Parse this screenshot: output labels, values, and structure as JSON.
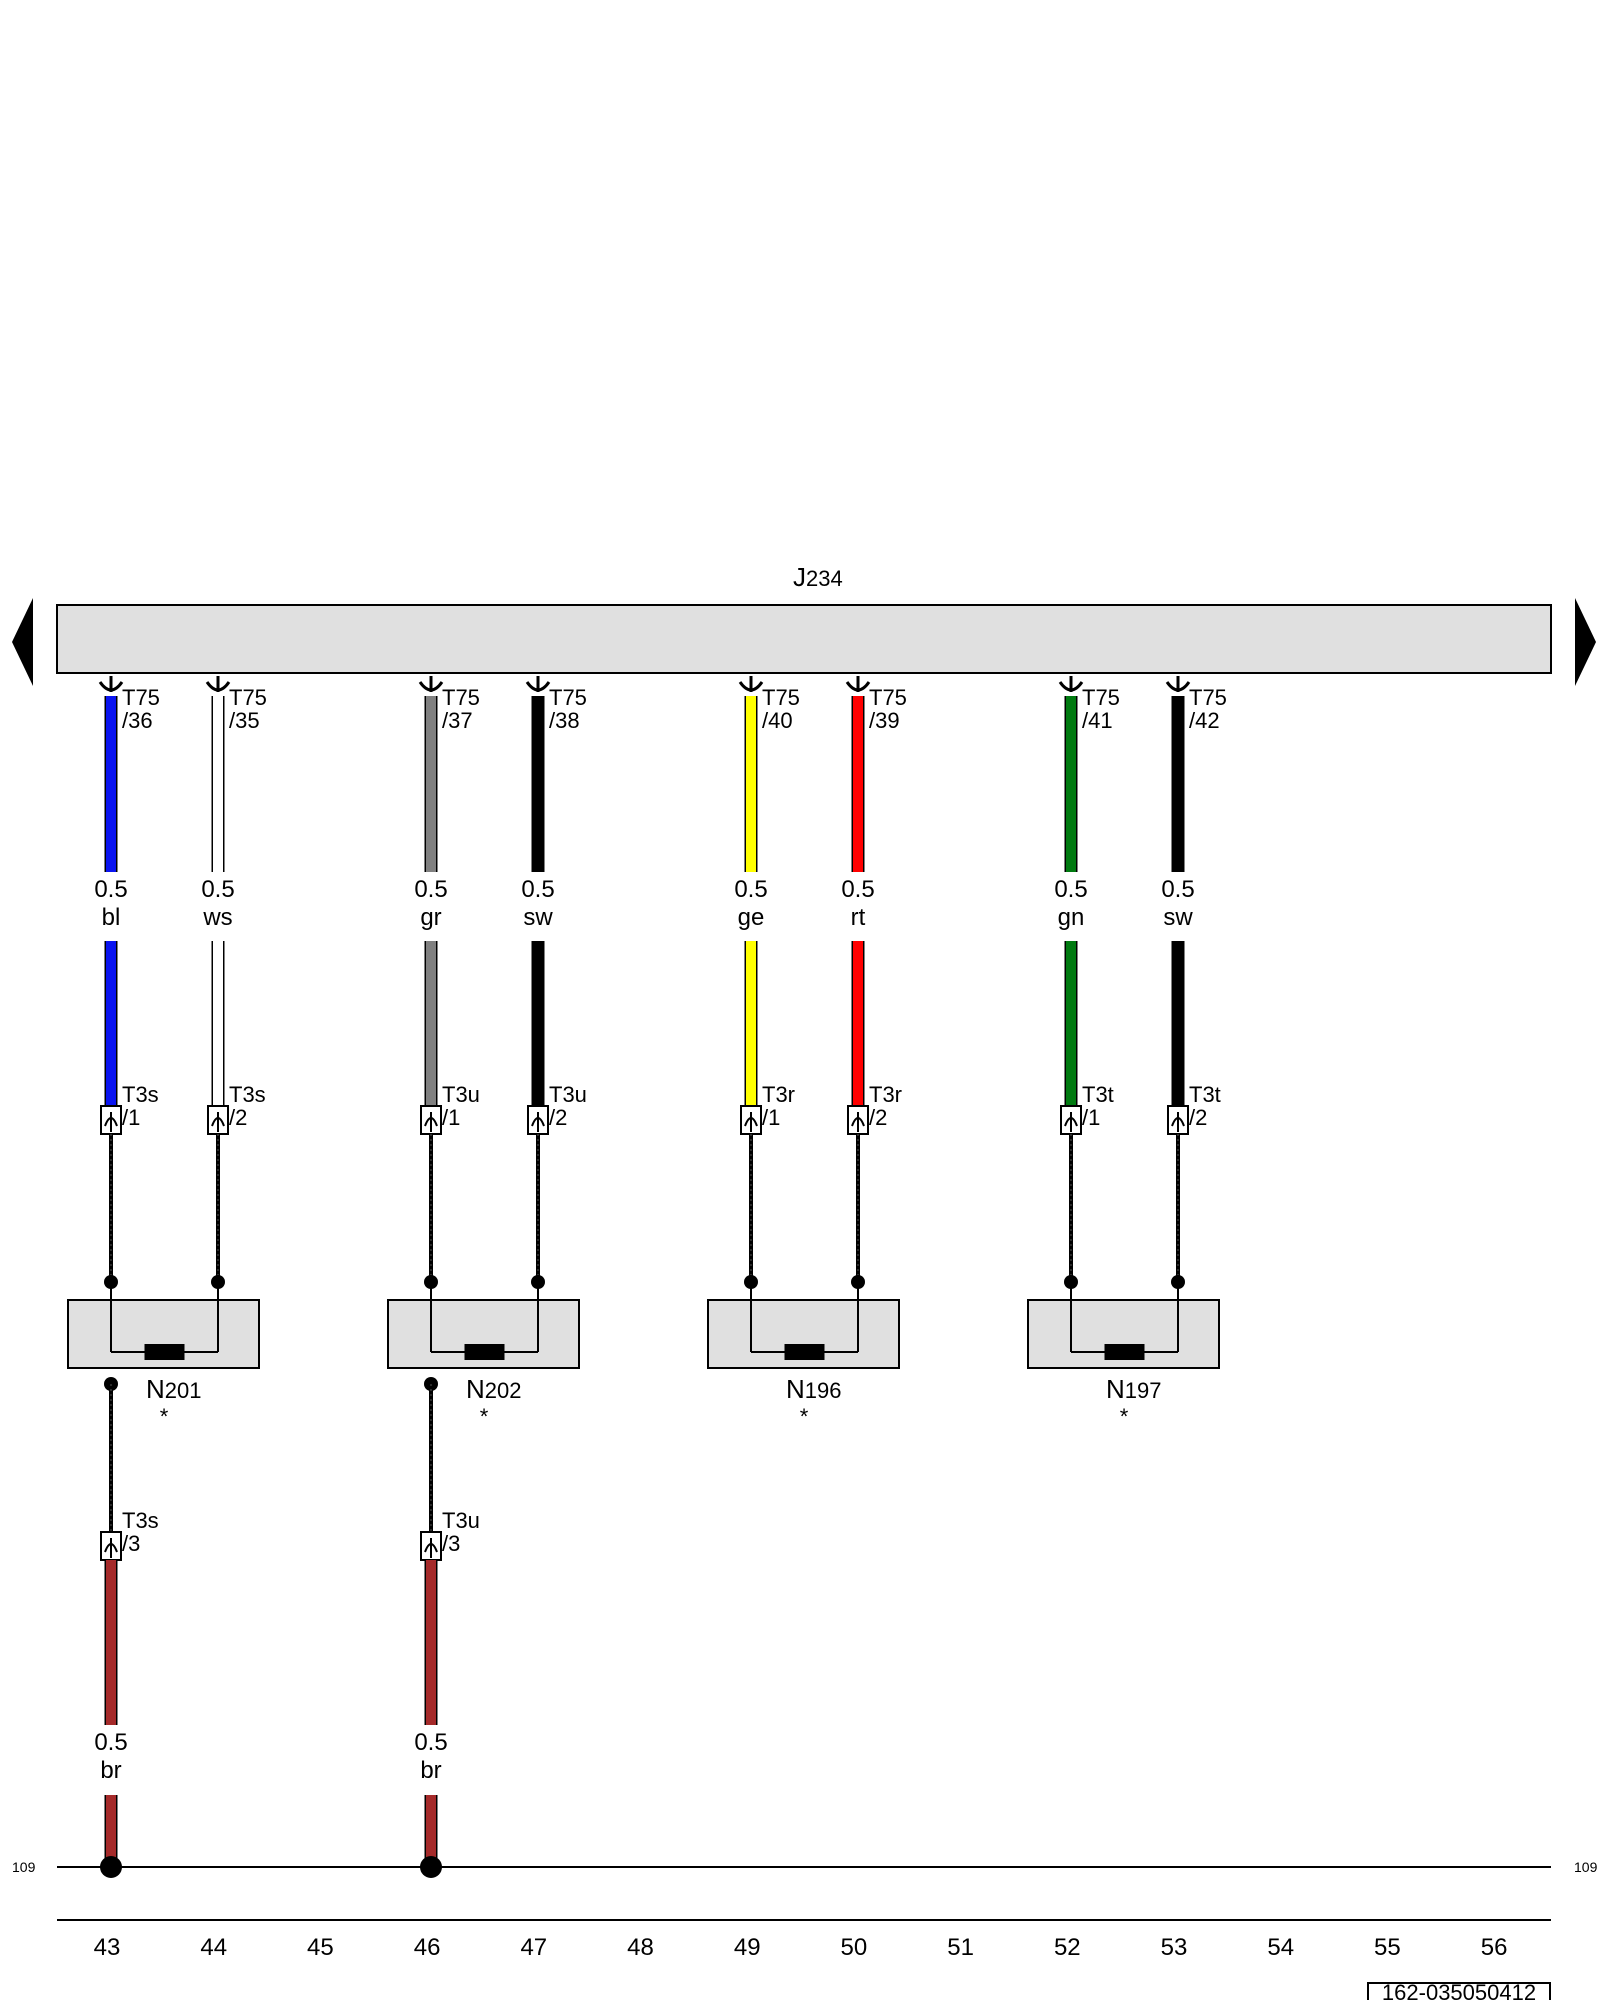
{
  "control_unit": {
    "name_prefix": "J",
    "name_suffix": "234"
  },
  "pins": [
    {
      "connector": "T75",
      "pin": "/36"
    },
    {
      "connector": "T75",
      "pin": "/35"
    },
    {
      "connector": "T75",
      "pin": "/37"
    },
    {
      "connector": "T75",
      "pin": "/38"
    },
    {
      "connector": "T75",
      "pin": "/40"
    },
    {
      "connector": "T75",
      "pin": "/39"
    },
    {
      "connector": "T75",
      "pin": "/41"
    },
    {
      "connector": "T75",
      "pin": "/42"
    }
  ],
  "wires": [
    {
      "size": "0.5",
      "color_code": "bl",
      "color": "#0a14f0"
    },
    {
      "size": "0.5",
      "color_code": "ws",
      "color": "#ffffff"
    },
    {
      "size": "0.5",
      "color_code": "gr",
      "color": "#808080"
    },
    {
      "size": "0.5",
      "color_code": "sw",
      "color": "#000000"
    },
    {
      "size": "0.5",
      "color_code": "ge",
      "color": "#ffff00"
    },
    {
      "size": "0.5",
      "color_code": "rt",
      "color": "#ff0000"
    },
    {
      "size": "0.5",
      "color_code": "gn",
      "color": "#007a10"
    },
    {
      "size": "0.5",
      "color_code": "sw",
      "color": "#000000"
    }
  ],
  "plugs": [
    {
      "connector": "T3s",
      "pin": "/1"
    },
    {
      "connector": "T3s",
      "pin": "/2"
    },
    {
      "connector": "T3u",
      "pin": "/1"
    },
    {
      "connector": "T3u",
      "pin": "/2"
    },
    {
      "connector": "T3r",
      "pin": "/1"
    },
    {
      "connector": "T3r",
      "pin": "/2"
    },
    {
      "connector": "T3t",
      "pin": "/1"
    },
    {
      "connector": "T3t",
      "pin": "/2"
    }
  ],
  "components": [
    {
      "prefix": "N",
      "suffix": "201",
      "note": "*"
    },
    {
      "prefix": "N",
      "suffix": "202",
      "note": "*"
    },
    {
      "prefix": "N",
      "suffix": "196",
      "note": "*"
    },
    {
      "prefix": "N",
      "suffix": "197",
      "note": "*"
    }
  ],
  "ground_plugs": [
    {
      "connector": "T3s",
      "pin": "/3"
    },
    {
      "connector": "T3u",
      "pin": "/3"
    }
  ],
  "ground_wires": [
    {
      "size": "0.5",
      "color_code": "br",
      "color": "#a52a2a"
    },
    {
      "size": "0.5",
      "color_code": "br",
      "color": "#a52a2a"
    }
  ],
  "ground_bus": {
    "left_label": "109",
    "right_label": "109"
  },
  "columns": [
    "43",
    "44",
    "45",
    "46",
    "47",
    "48",
    "49",
    "50",
    "51",
    "52",
    "53",
    "54",
    "55",
    "56"
  ],
  "diagram_id": "162-035050412"
}
